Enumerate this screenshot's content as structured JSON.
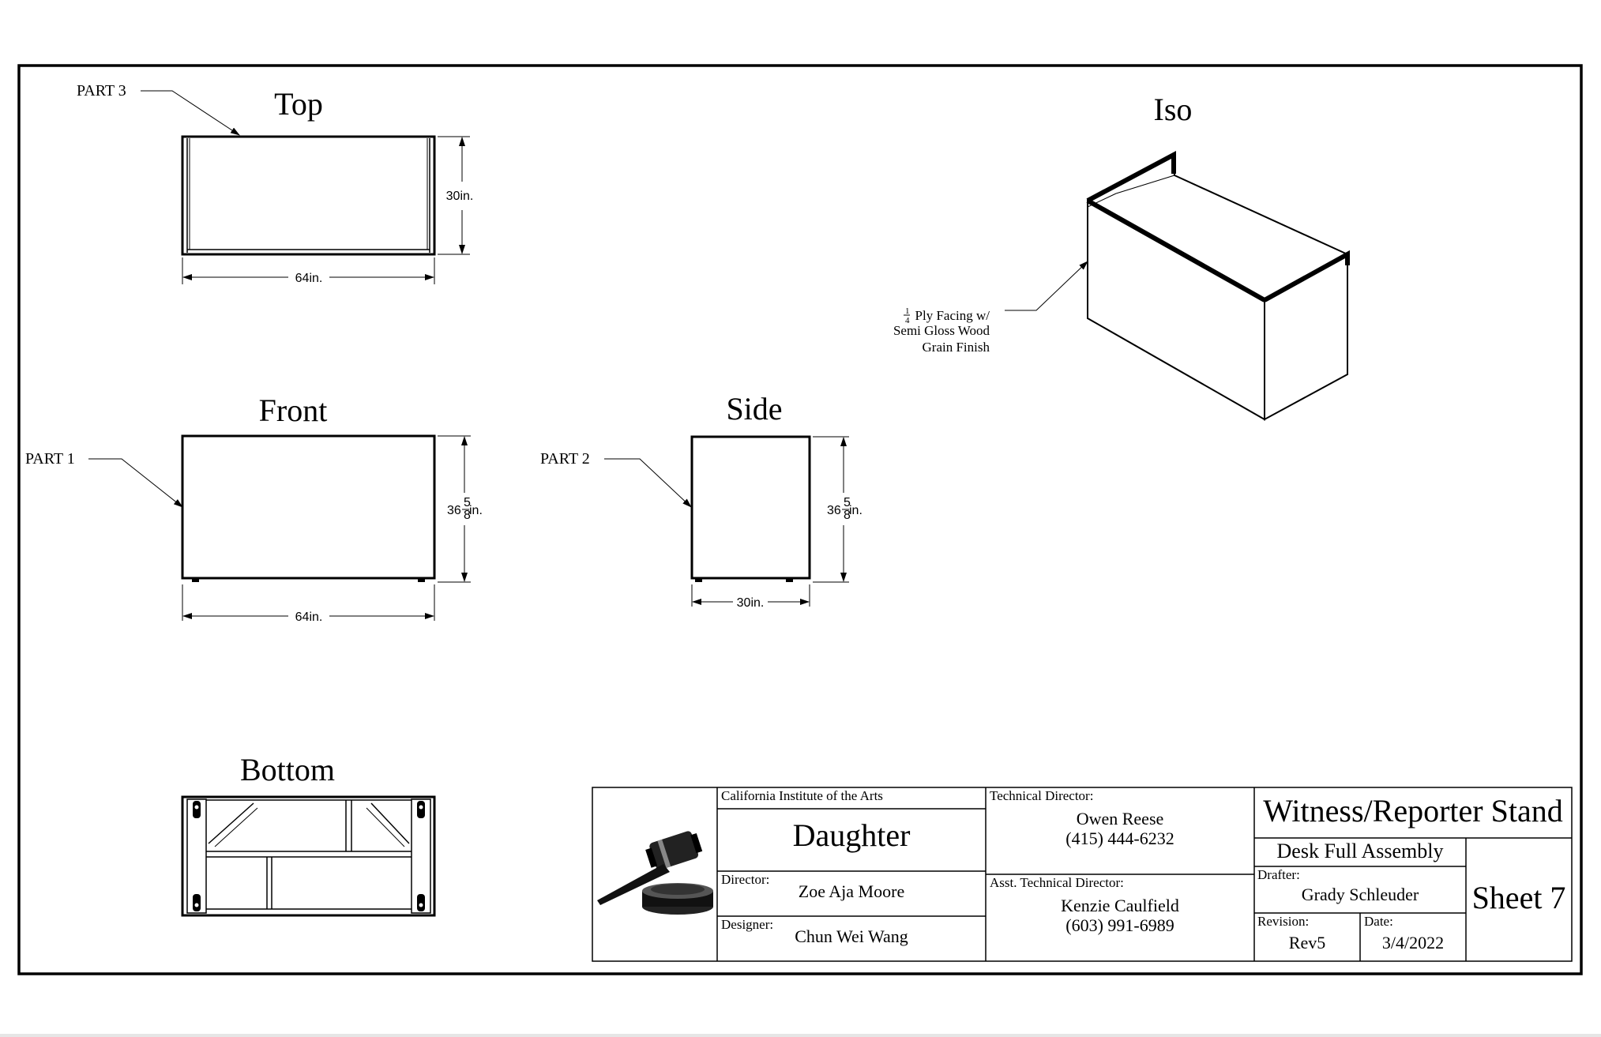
{
  "views": {
    "top": "Top",
    "front": "Front",
    "side": "Side",
    "bottom": "Bottom",
    "iso": "Iso"
  },
  "parts": {
    "part1": "PART 1",
    "part2": "PART 2",
    "part3": "PART 3"
  },
  "dimensions": {
    "top_width": "64in.",
    "top_depth": "30in.",
    "front_width": "64in.",
    "front_height_whole": "36",
    "front_height_num": "5",
    "front_height_den": "8",
    "front_height_unit": "in.",
    "side_width": "30in.",
    "side_height_whole": "36",
    "side_height_num": "5",
    "side_height_den": "8",
    "side_height_unit": "in."
  },
  "iso_note": {
    "frac_num": "1",
    "frac_den": "4",
    "line1": "Ply Facing w/",
    "line2": "Semi Gloss Wood",
    "line3": "Grain Finish"
  },
  "title_block": {
    "school": "California Institute of the Arts",
    "production": "Daughter",
    "director_label": "Director:",
    "director": "Zoe Aja Moore",
    "designer_label": "Designer:",
    "designer": "Chun Wei Wang",
    "td_label": "Technical Director:",
    "td_name": "Owen Reese",
    "td_phone": "(415) 444-6232",
    "atd_label": "Asst. Technical Director:",
    "atd_name": "Kenzie Caulfield",
    "atd_phone": "(603) 991-6989",
    "title": "Witness/Reporter Stand",
    "subtitle": "Desk Full Assembly",
    "drafter_label": "Drafter:",
    "drafter": "Grady Schleuder",
    "revision_label": "Revision:",
    "revision": "Rev5",
    "date_label": "Date:",
    "date": "3/4/2022",
    "sheet": "Sheet 7"
  },
  "icons": {
    "logo": "gavel-icon"
  }
}
